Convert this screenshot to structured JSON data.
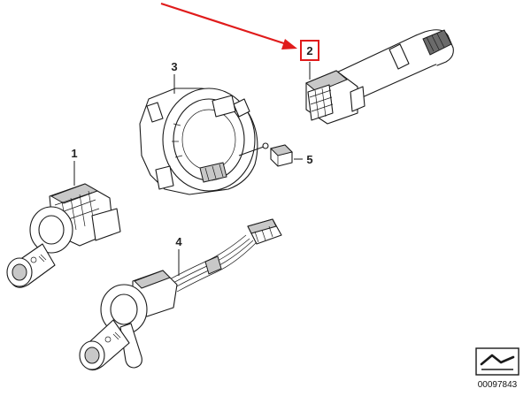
{
  "diagram": {
    "parts": [
      {
        "label": "1"
      },
      {
        "label": "2"
      },
      {
        "label": "3"
      },
      {
        "label": "4"
      },
      {
        "label": "5"
      }
    ],
    "highlighted_part": "2",
    "reference_number": "00097843",
    "colors": {
      "highlight": "#e01b1b",
      "line": "#1a1a1a",
      "background": "#ffffff"
    }
  }
}
